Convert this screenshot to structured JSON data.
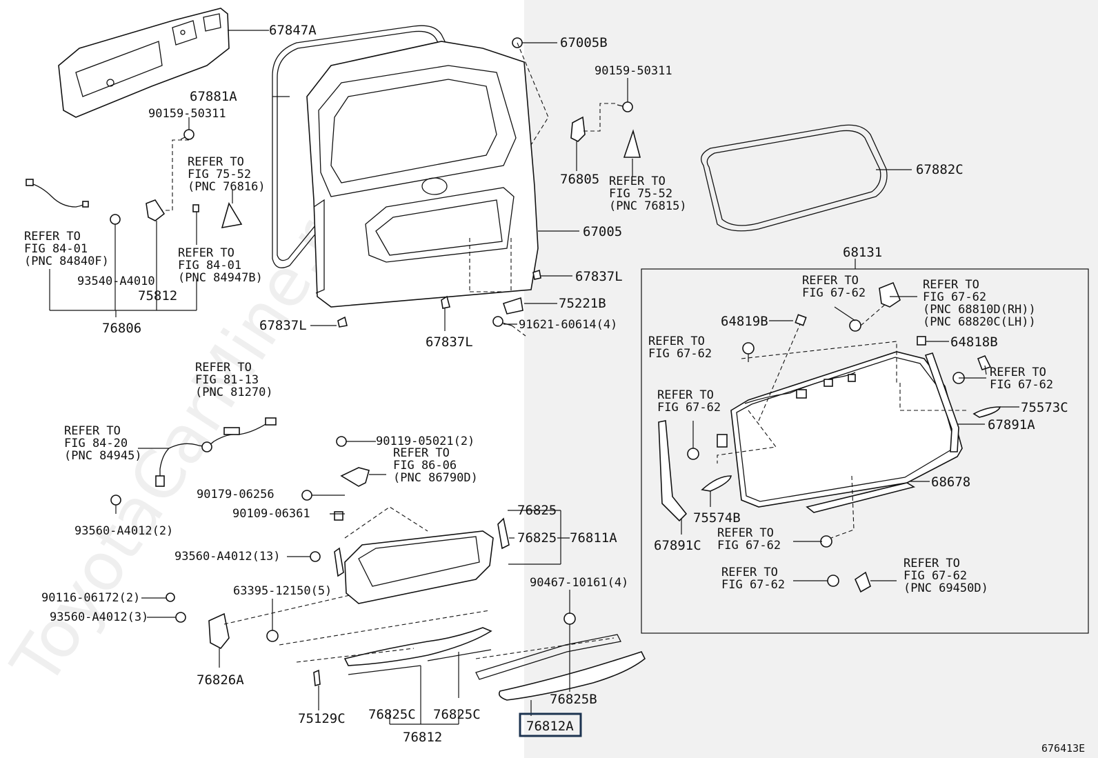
{
  "watermark": "ToyotaCarMine.ru",
  "diagram_code": "676413E",
  "highlighted_part": "76812A",
  "labels": {
    "p67847A": "67847A",
    "p67881A": "67881A",
    "p67005B": "67005B",
    "p90159a": "90159-50311",
    "p90159b": "90159-50311",
    "p76805": "76805",
    "p67882C": "67882C",
    "p67005": "67005",
    "p68131": "68131",
    "p67837La": "67837L",
    "p67837Lb": "67837L",
    "p67837Lc": "67837L",
    "p75221B": "75221B",
    "p91621": "91621-60614(4)",
    "p93540": "93540-A4010",
    "p75812": "75812",
    "p76806": "76806",
    "p64819B": "64819B",
    "p64818B": "64818B",
    "p75573C": "75573C",
    "p67891A": "67891A",
    "p68678": "68678",
    "p75574B": "75574B",
    "p67891C": "67891C",
    "p90119": "90119-05021(2)",
    "p90179": "90179-06256",
    "p90109": "90109-06361",
    "p93560a": "93560-A4012(2)",
    "p93560b": "93560-A4012(13)",
    "p90116": "90116-06172(2)",
    "p93560c": "93560-A4012(3)",
    "p63395": "63395-12150(5)",
    "p76826A": "76826A",
    "p76825a": "76825",
    "p76825b": "76825",
    "p76811A": "76811A",
    "p90467": "90467-10161(4)",
    "p76825B": "76825B",
    "p75129C": "75129C",
    "p76825Ca": "76825C",
    "p76825Cb": "76825C",
    "p76812": "76812",
    "p76812A": "76812A"
  },
  "refer_notes": [
    {
      "l1": "REFER TO",
      "l2": "FIG 75-52",
      "l3": "(PNC 76816)"
    },
    {
      "l1": "REFER TO",
      "l2": "FIG 75-52",
      "l3": "(PNC 76815)"
    },
    {
      "l1": "REFER TO",
      "l2": "FIG 84-01",
      "l3": "(PNC 84840F)"
    },
    {
      "l1": "REFER TO",
      "l2": "FIG 84-01",
      "l3": "(PNC 84947B)"
    },
    {
      "l1": "REFER TO",
      "l2": "FIG 67-62"
    },
    {
      "l1": "REFER TO",
      "l2": "FIG 67-62",
      "l3": "(PNC 68810D(RH))",
      "l4": "(PNC 68820C(LH))"
    },
    {
      "l1": "REFER TO",
      "l2": "FIG 67-62"
    },
    {
      "l1": "REFER TO",
      "l2": "FIG 67-62"
    },
    {
      "l1": "REFER TO",
      "l2": "FIG 67-62"
    },
    {
      "l1": "REFER TO",
      "l2": "FIG 81-13",
      "l3": "(PNC 81270)"
    },
    {
      "l1": "REFER TO",
      "l2": "FIG 84-20",
      "l3": "(PNC 84945)"
    },
    {
      "l1": "REFER TO",
      "l2": "FIG 86-06",
      "l3": "(PNC 86790D)"
    },
    {
      "l1": "REFER TO",
      "l2": "FIG 67-62"
    },
    {
      "l1": "REFER TO",
      "l2": "FIG 67-62"
    },
    {
      "l1": "REFER TO",
      "l2": "FIG 67-62",
      "l3": "(PNC 69450D)"
    }
  ]
}
